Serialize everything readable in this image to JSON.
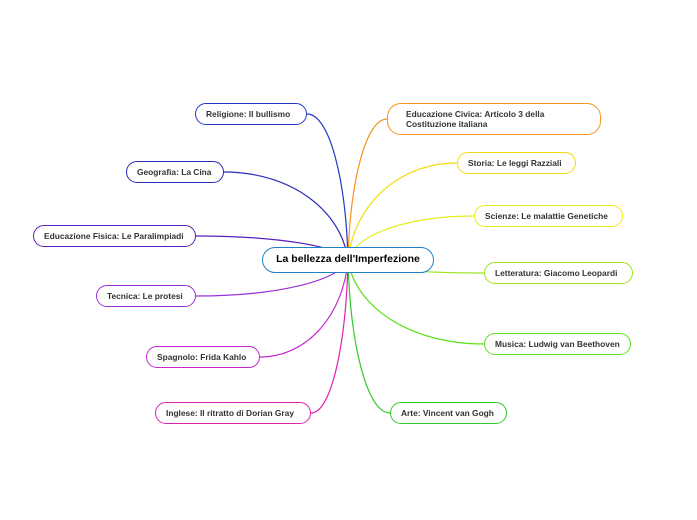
{
  "center": {
    "label": "La bellezza dell'Imperfezione",
    "color": "#1b82c9"
  },
  "branches": [
    {
      "id": "religione",
      "label": "Religione: Il bullismo",
      "color": "#1f39c9"
    },
    {
      "id": "geografia",
      "label": "Geografia: La Cina",
      "color": "#2b2bb9"
    },
    {
      "id": "ed-fisica",
      "label": "Educazione Fisica: Le Paralimpiadi",
      "color": "#5a1fc0"
    },
    {
      "id": "tecnica",
      "label": "Tecnica: Le protesi",
      "color": "#9a2fd8"
    },
    {
      "id": "spagnolo",
      "label": "Spagnolo: Frida Kahlo",
      "color": "#c526d1"
    },
    {
      "id": "inglese",
      "label": "Inglese: Il ritratto di Dorian Gray",
      "color": "#e020b0"
    },
    {
      "id": "ed-civica",
      "label": "Educazione Civica: Articolo 3 della Costituzione italiana",
      "color": "#f7931e"
    },
    {
      "id": "storia",
      "label": "Storia: Le leggi Razziali",
      "color": "#f2dc0f"
    },
    {
      "id": "scienze",
      "label": "Scienze: Le malattie Genetiche",
      "color": "#e6ec1a"
    },
    {
      "id": "letteratura",
      "label": "Letteratura: Giacomo Leopardi",
      "color": "#9be41a"
    },
    {
      "id": "musica",
      "label": "Musica: Ludwig van Beethoven",
      "color": "#5fe01a"
    },
    {
      "id": "arte",
      "label": "Arte: Vincent van Gogh",
      "color": "#33c92a"
    }
  ]
}
